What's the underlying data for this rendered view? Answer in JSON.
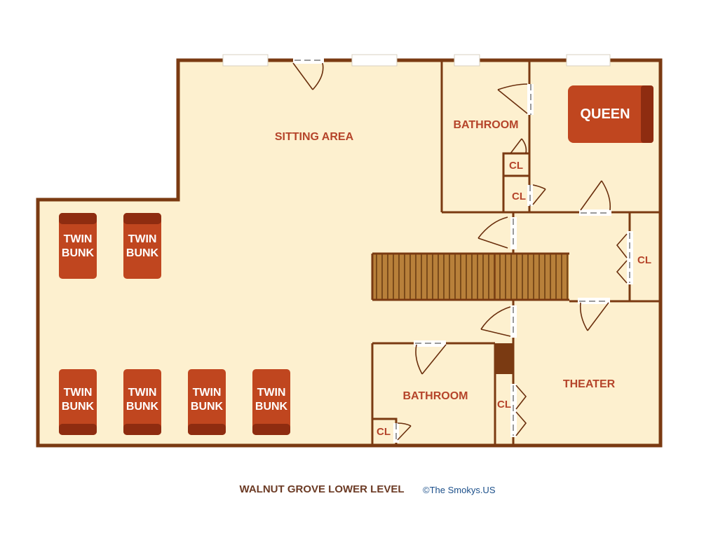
{
  "rooms": {
    "sitting_area": "SITTING AREA",
    "bathroom_upper": "BATHROOM",
    "bathroom_lower": "BATHROOM",
    "theater": "THEATER"
  },
  "closets": {
    "cl1": "CL",
    "cl2": "CL",
    "cl3": "CL",
    "cl4": "CL",
    "cl5": "CL"
  },
  "beds": {
    "queen": "QUEEN",
    "bunk_line1": "TWIN",
    "bunk_line2": "BUNK"
  },
  "caption": {
    "title": "WALNUT GROVE LOWER LEVEL",
    "credit": "©The Smokys.US"
  },
  "colors": {
    "floor": "#fdf0cf",
    "wall": "#7a3a12",
    "bed": "#c0461f",
    "bed_dark": "#8e2c10",
    "label": "#b5442a",
    "stairs": "#a86f2a"
  }
}
